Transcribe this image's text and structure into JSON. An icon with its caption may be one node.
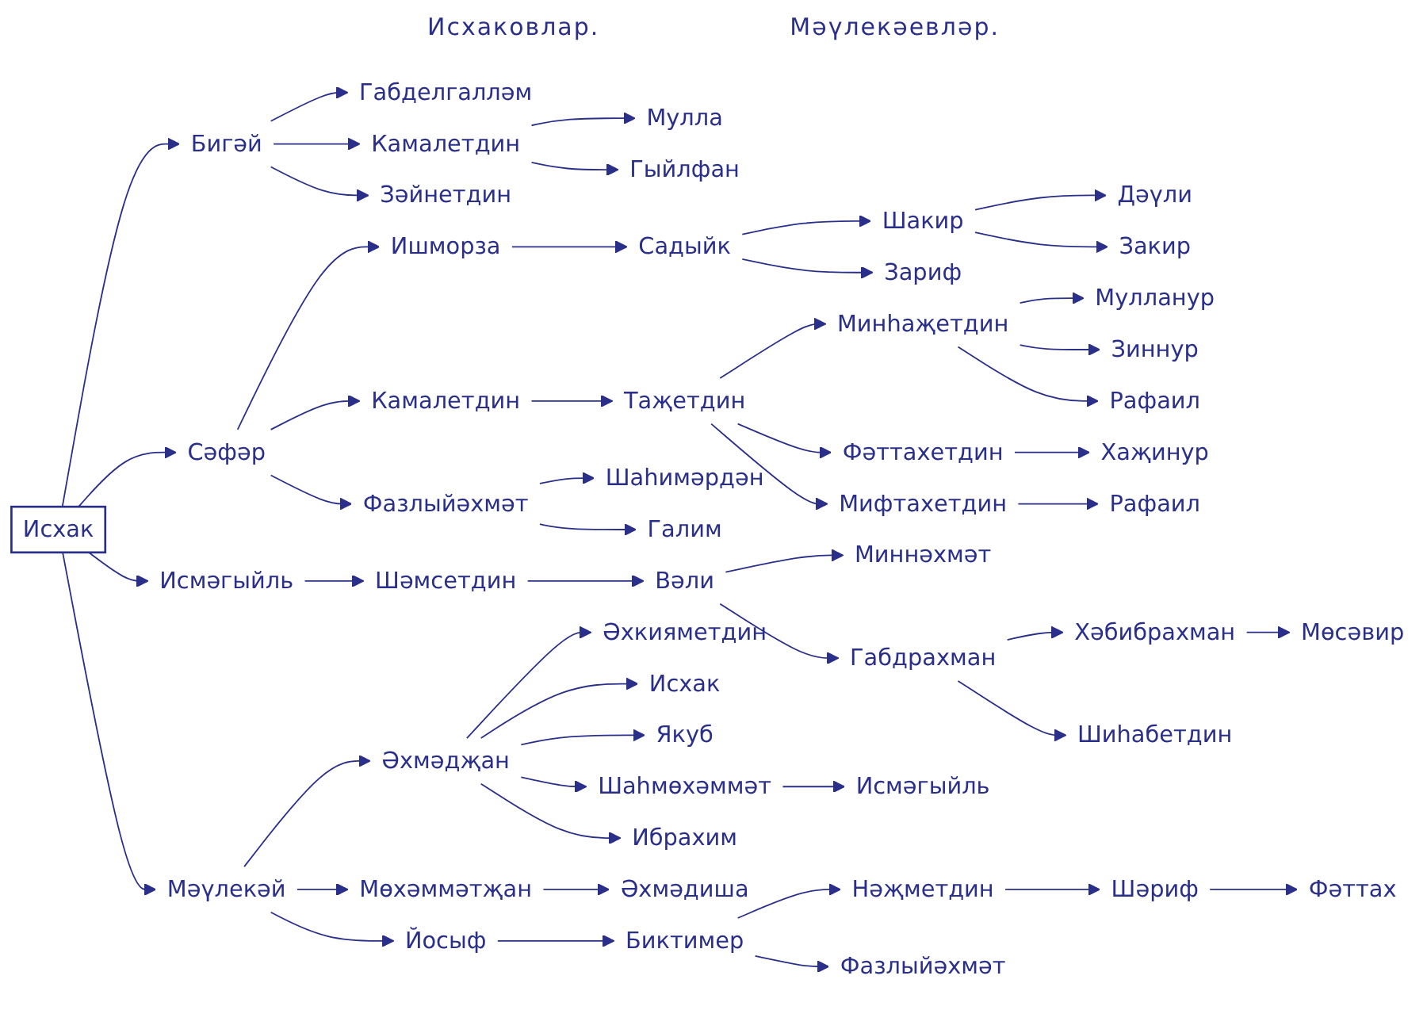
{
  "diagram": {
    "title": "Исхаковлар.",
    "nodes": [
      {
        "text": [
          "Исхак"
        ]
      },
      {
        "text": [
          "Бигәй"
        ]
      },
      {
        "text": [
          "Габделгалләм"
        ]
      },
      {
        "text": [
          "Камалетдин"
        ]
      },
      {
        "text": [
          "Мулла"
        ]
      },
      {
        "text": [
          "Гыйлфан"
        ]
      },
      {
        "text": [
          "Зәйнетдин"
        ]
      },
      {
        "text": [
          "Ишморза"
        ]
      },
      {
        "text": [
          "Садыйк"
        ]
      },
      {
        "text": [
          "Шакир"
        ]
      },
      {
        "text": [
          "Дәүли"
        ]
      },
      {
        "text": [
          "Закир"
        ]
      },
      {
        "text": [
          "Зариф"
        ]
      },
      {
        "text": [
          "Сәфәр"
        ]
      },
      {
        "text": [
          "Камалетдин"
        ]
      },
      {
        "text": [
          "Таҗетдин"
        ]
      },
      {
        "text": [
          "Минһаҗетдин"
        ]
      },
      {
        "text": [
          "Мулланур"
        ]
      },
      {
        "text": [
          "Зиннур"
        ]
      },
      {
        "text": [
          "Рафаил"
        ]
      },
      {
        "text": [
          "Фәттахетдин"
        ]
      },
      {
        "text": [
          "Хаҗинур"
        ]
      },
      {
        "text": [
          "Мифтахетдин"
        ]
      },
      {
        "text": [
          "Рафаил"
        ]
      },
      {
        "text": [
          "Фазлыйәхмәт"
        ]
      },
      {
        "text": [
          "Шаһимәрдән"
        ]
      },
      {
        "text": [
          "Галим"
        ]
      },
      {
        "text": [
          "Исмәгыйль"
        ]
      },
      {
        "text": [
          "Шәмсетдин"
        ]
      },
      {
        "text": [
          "Вәли"
        ]
      },
      {
        "text": [
          "Миннәхмәт"
        ]
      },
      {
        "text": [
          "Габдрахман"
        ]
      },
      {
        "text": [
          "Хәбибрахман"
        ]
      },
      {
        "text": [
          "Мөсәвир"
        ]
      },
      {
        "text": [
          "Шиһабетдин"
        ]
      },
      {
        "text": [
          "Мәүлекәй"
        ]
      },
      {
        "text": [
          "Әхмәдҗан"
        ]
      },
      {
        "text": [
          "Әхкияметдин"
        ]
      },
      {
        "text": [
          "Исхак"
        ]
      },
      {
        "text": [
          "Якуб"
        ]
      },
      {
        "text": [
          "Шаһмөхәммәт"
        ]
      },
      {
        "text": [
          "Исмәгыйль"
        ]
      },
      {
        "text": [
          "Ибрахим"
        ]
      },
      {
        "text": [
          "Мөхәммәтҗан"
        ]
      },
      {
        "text": [
          "Әхмәдиша"
        ]
      },
      {
        "text": [
          "Йосыф"
        ]
      },
      {
        "text": [
          "Биктимер"
        ]
      },
      {
        "text": [
          "Нәҗметдин"
        ]
      },
      {
        "text": [
          "Шәриф"
        ]
      },
      {
        "text": [
          "Фәттах"
        ]
      },
      {
        "text": [
          "Фазлыйәхмәт"
        ]
      }
    ],
    "edges": [
      {
        "from": 0,
        "to": 1,
        "arrow": "to"
      },
      {
        "from": 1,
        "to": 2,
        "arrow": "to"
      },
      {
        "from": 1,
        "to": 3,
        "arrow": "to"
      },
      {
        "from": 3,
        "to": 4,
        "arrow": "to"
      },
      {
        "from": 3,
        "to": 5,
        "arrow": "to"
      },
      {
        "from": 1,
        "to": 6,
        "arrow": "to"
      },
      {
        "from": 13,
        "to": 7,
        "arrow": "to"
      },
      {
        "from": 7,
        "to": 8,
        "arrow": "to"
      },
      {
        "from": 8,
        "to": 9,
        "arrow": "to"
      },
      {
        "from": 9,
        "to": 10,
        "arrow": "to"
      },
      {
        "from": 9,
        "to": 11,
        "arrow": "to"
      },
      {
        "from": 8,
        "to": 12,
        "arrow": "to"
      },
      {
        "from": 0,
        "to": 13,
        "arrow": "to"
      },
      {
        "from": 13,
        "to": 14,
        "arrow": "to"
      },
      {
        "from": 14,
        "to": 15,
        "arrow": "to"
      },
      {
        "from": 15,
        "to": 16,
        "arrow": "to"
      },
      {
        "from": 16,
        "to": 17,
        "arrow": "to"
      },
      {
        "from": 16,
        "to": 18,
        "arrow": "to"
      },
      {
        "from": 16,
        "to": 19,
        "arrow": "to"
      },
      {
        "from": 15,
        "to": 20,
        "arrow": "to"
      },
      {
        "from": 20,
        "to": 21,
        "arrow": "to"
      },
      {
        "from": 15,
        "to": 22,
        "arrow": "to"
      },
      {
        "from": 22,
        "to": 23,
        "arrow": "to"
      },
      {
        "from": 13,
        "to": 24,
        "arrow": "to"
      },
      {
        "from": 24,
        "to": 25,
        "arrow": "to"
      },
      {
        "from": 24,
        "to": 26,
        "arrow": "to"
      },
      {
        "from": 0,
        "to": 27,
        "arrow": "to"
      },
      {
        "from": 27,
        "to": 28,
        "arrow": "to"
      },
      {
        "from": 28,
        "to": 29,
        "arrow": "to"
      },
      {
        "from": 29,
        "to": 30,
        "arrow": "to"
      },
      {
        "from": 29,
        "to": 31,
        "arrow": "to"
      },
      {
        "from": 31,
        "to": 32,
        "arrow": "to"
      },
      {
        "from": 32,
        "to": 33,
        "arrow": "to"
      },
      {
        "from": 31,
        "to": 34,
        "arrow": "to"
      },
      {
        "from": 0,
        "to": 35,
        "arrow": "to"
      },
      {
        "from": 35,
        "to": 36,
        "arrow": "to"
      },
      {
        "from": 36,
        "to": 37,
        "arrow": "to"
      },
      {
        "from": 36,
        "to": 38,
        "arrow": "to"
      },
      {
        "from": 36,
        "to": 39,
        "arrow": "to"
      },
      {
        "from": 36,
        "to": 40,
        "arrow": "to"
      },
      {
        "from": 40,
        "to": 41,
        "arrow": "to"
      },
      {
        "from": 36,
        "to": 42,
        "arrow": "to"
      },
      {
        "from": 35,
        "to": 43,
        "arrow": "to"
      },
      {
        "from": 43,
        "to": 44,
        "arrow": "to"
      },
      {
        "from": 35,
        "to": 45,
        "arrow": "to"
      },
      {
        "from": 45,
        "to": 46,
        "arrow": "to"
      },
      {
        "from": 46,
        "to": 47,
        "arrow": "to"
      },
      {
        "from": 47,
        "to": 48,
        "arrow": "to"
      },
      {
        "from": 48,
        "to": 49,
        "arrow": "to"
      },
      {
        "from": 46,
        "to": 50,
        "arrow": "to"
      }
    ],
    "labels": [
      "Мәүлекәевләр."
    ]
  }
}
